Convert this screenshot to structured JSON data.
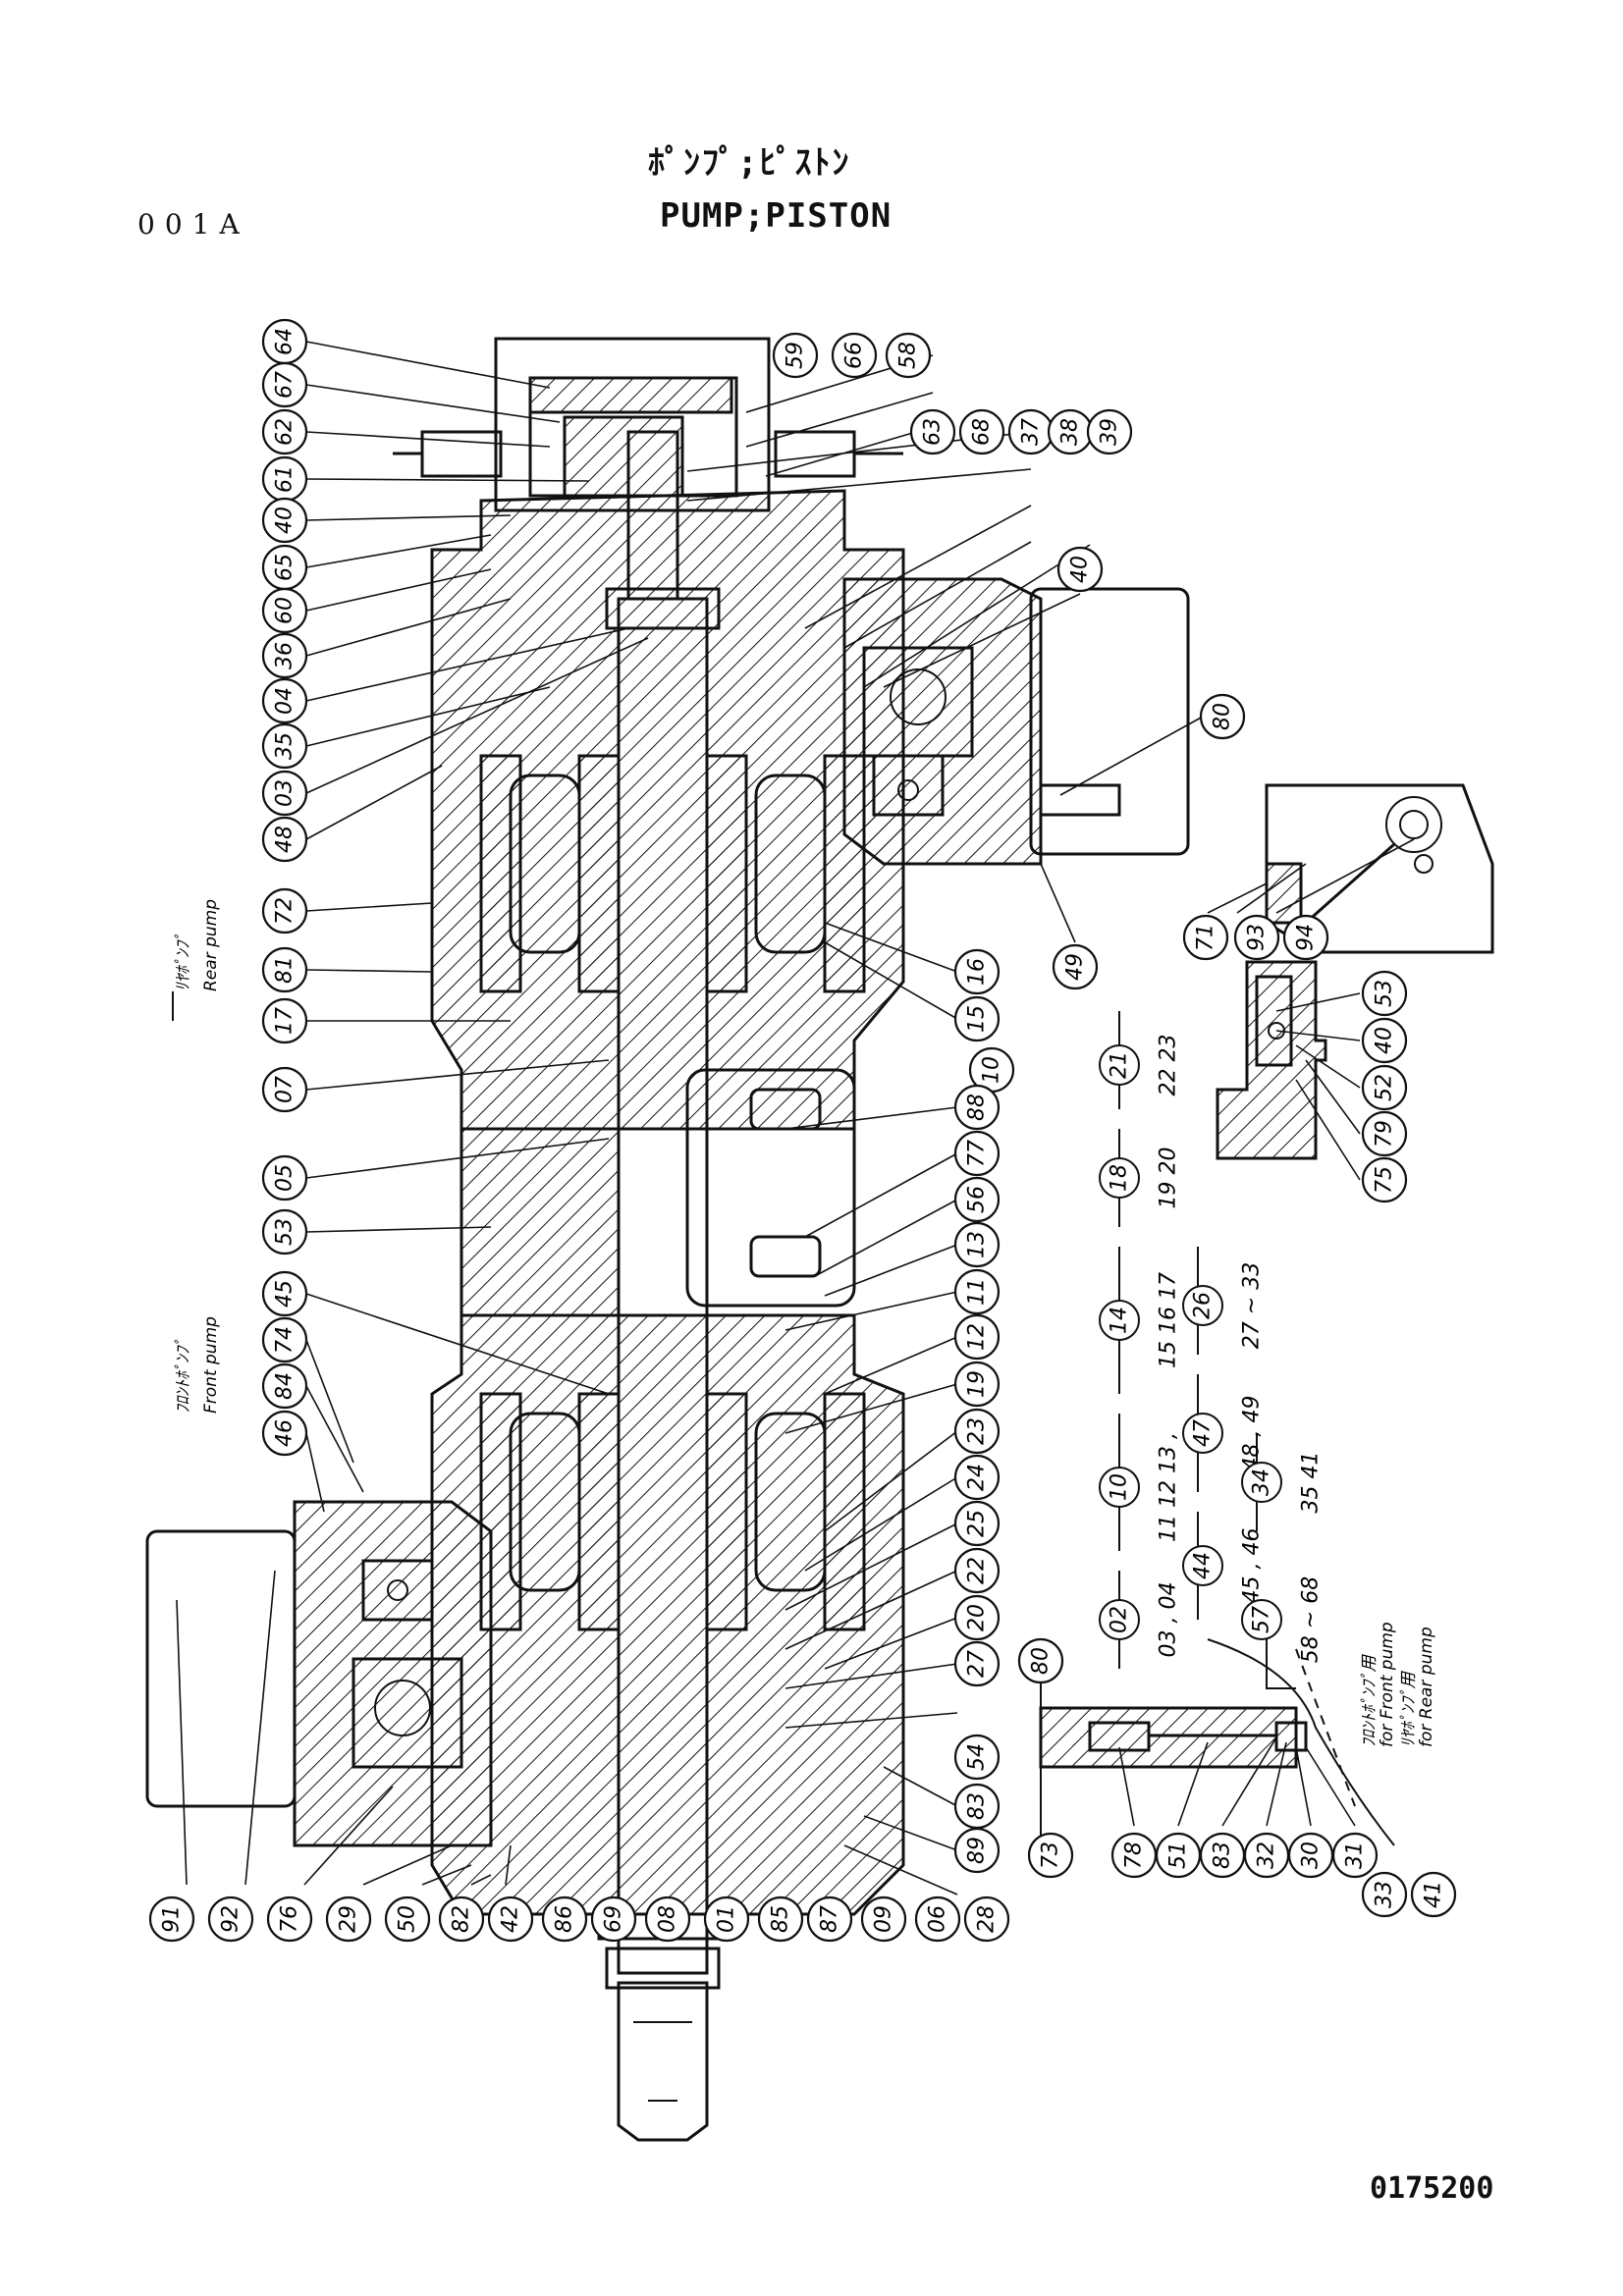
{
  "header": {
    "title_jp": "ﾎﾟﾝﾌﾟ;ﾋﾟｽﾄﾝ",
    "title_en": "PUMP;PISTON",
    "page_code": "001A"
  },
  "footer": {
    "drawing_number": "0175200"
  },
  "notes": {
    "rear_pump_jp": "ﾘﾔﾎﾟﾝﾌﾟ",
    "rear_pump_en": "Rear pump",
    "front_pump_jp": "ﾌﾛﾝﾄﾎﾟﾝﾌﾟ",
    "front_pump_en": "Front pump",
    "for_front_jp": "ﾌﾛﾝﾄﾎﾟﾝﾌﾟ用",
    "for_front_en": "for Front pump",
    "for_rear_jp": "ﾘﾔﾎﾟﾝﾌﾟ用",
    "for_rear_en": "for Rear pump"
  },
  "callouts_left": [
    "64",
    "67",
    "62",
    "61",
    "40",
    "65",
    "60",
    "36",
    "04",
    "35",
    "03",
    "48",
    "72",
    "81",
    "17",
    "07",
    "05",
    "53",
    "45",
    "74",
    "84",
    "46",
    "91",
    "92",
    "76",
    "29",
    "50",
    "82",
    "42",
    "86",
    "69",
    "08",
    "01",
    "85",
    "87",
    "09",
    "06",
    "28"
  ],
  "callouts_right_top": [
    "59",
    "66",
    "58",
    "63",
    "68",
    "37",
    "38",
    "39",
    "40",
    "80",
    "49",
    "16",
    "15",
    "10",
    "88",
    "77",
    "56",
    "13",
    "11",
    "12",
    "19",
    "23",
    "24",
    "25",
    "22",
    "20",
    "27",
    "54",
    "83",
    "89"
  ],
  "callouts_inset_valve": [
    "71",
    "93",
    "94"
  ],
  "callouts_inset_plug": [
    "53",
    "40",
    "52",
    "79",
    "75"
  ],
  "callouts_inset_bolt": [
    "80",
    "73",
    "78",
    "51",
    "83",
    "32",
    "30",
    "31"
  ],
  "callouts_inset_variants": [
    "33",
    "41"
  ],
  "group_sets": [
    {
      "parent": "21",
      "children": "22 23"
    },
    {
      "parent": "18",
      "children": "19 20"
    },
    {
      "parent": "14",
      "children": "15 16 17"
    },
    {
      "parent": "10",
      "children": "11 12 13 ,"
    },
    {
      "parent": "02",
      "children": "03 , 04"
    },
    {
      "parent": "26",
      "children": "27 ~ 33"
    },
    {
      "parent": "47",
      "children": "48 , 49"
    },
    {
      "parent": "44",
      "children": "45 , 46"
    },
    {
      "parent": "34",
      "children": "35 41"
    },
    {
      "parent": "57",
      "children": "58 ~ 68"
    }
  ]
}
